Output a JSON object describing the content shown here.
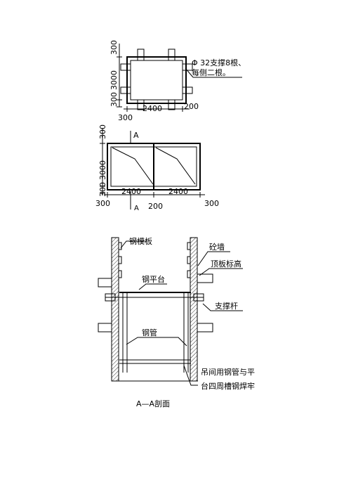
{
  "plan_top": {
    "dim_300_top": "300",
    "dim_3000": "3000",
    "dim_300_bottom": "300",
    "dim_2400": "2400",
    "dim_200": "200",
    "dim_300_left": "300",
    "note_line1": "Φ 32支撑8根、",
    "note_line2": "每侧二根。"
  },
  "plan_double": {
    "dim_300_top": "300",
    "dim_3000": "3000",
    "dim_300_bottom": "300",
    "dim_2400_a": "2400",
    "dim_2400_b": "2400",
    "dim_300_left": "300",
    "dim_200": "200",
    "dim_300_right": "300",
    "section_mark_top": "A",
    "section_mark_bottom": "A"
  },
  "section": {
    "label_steel_formwork": "钢模板",
    "label_concrete_wall": "砼墙",
    "label_roof_elevation": "顶板标高",
    "label_steel_platform": "钢平台",
    "label_support_rod": "支撑杆",
    "label_steel_pipe": "钢管",
    "label_weld_line1": "吊间用钢管与平",
    "label_weld_line2": "台四周槽钢焊牢",
    "title": "A—A剖面"
  }
}
